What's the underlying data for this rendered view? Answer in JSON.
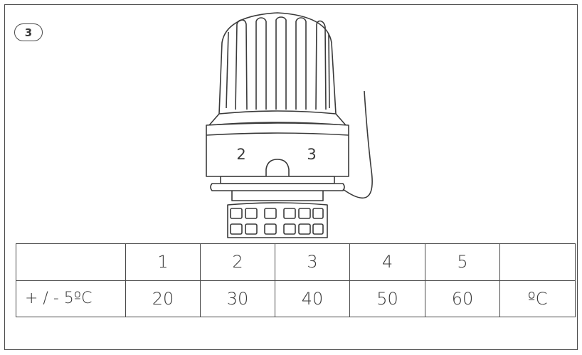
{
  "step_number": "3",
  "dial_labels": [
    "2",
    "3"
  ],
  "table": {
    "header_row": [
      "",
      "1",
      "2",
      "3",
      "4",
      "5",
      ""
    ],
    "value_row": [
      "+ / - 5ºC",
      "20",
      "30",
      "40",
      "50",
      "60",
      "ºC"
    ]
  }
}
